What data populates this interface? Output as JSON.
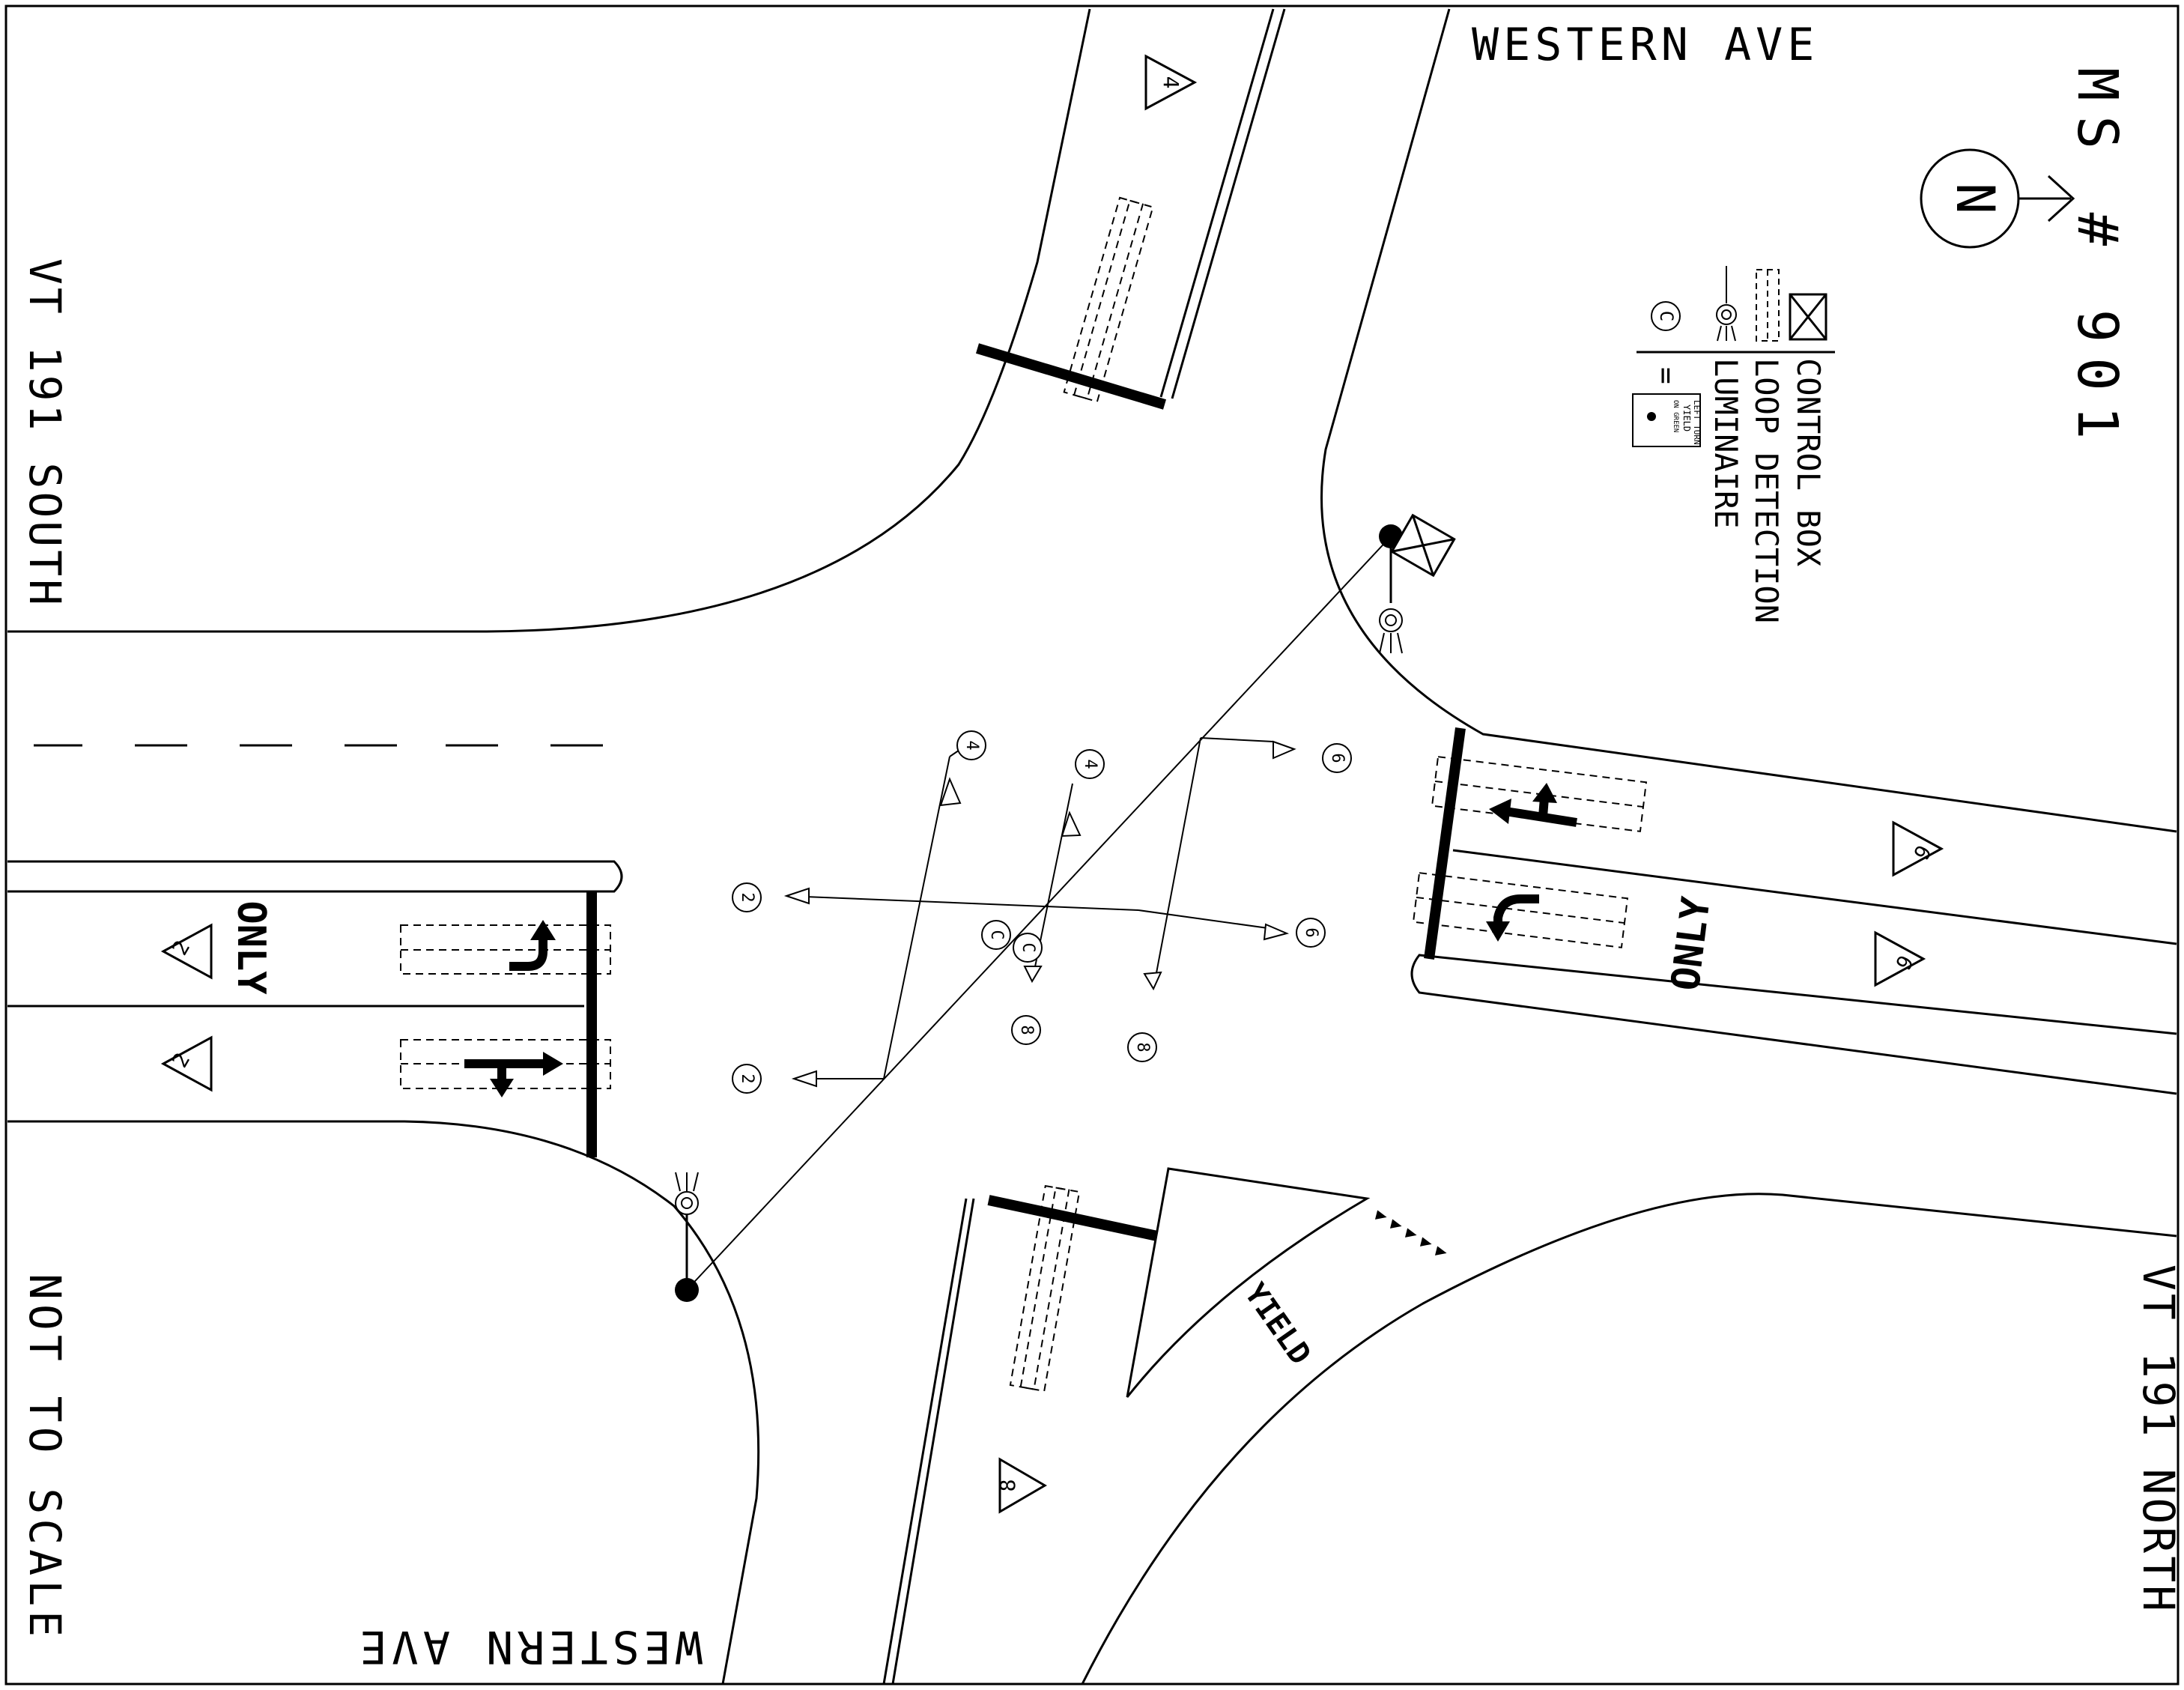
{
  "labels": {
    "western_ave_top": "WESTERN AVE",
    "western_ave_bottom": "WESTERN AVE",
    "vt191_south": "VT 191 SOUTH",
    "vt191_north": "VT 191 NORTH",
    "ms_number": "MS # 901",
    "not_to_scale": "NOT TO SCALE",
    "north_letter": "N"
  },
  "legend": {
    "control_box": "CONTROL BOX",
    "loop_detection": "LOOP DETECTION",
    "luminaire": "LUMINAIRE",
    "c_symbol": "C",
    "equals": "=",
    "sign_line1": "LEFT TURN",
    "sign_line2": "YIELD",
    "sign_line3": "ON GREEN"
  },
  "pavement": {
    "only_west": "ONLY",
    "only_east": "ONLY",
    "yield": "YIELD"
  },
  "phases": {
    "north_lane": "4",
    "west_lane_top": "2",
    "west_lane_bottom": "2",
    "east_lane_top": "6",
    "east_lane_bottom": "6",
    "south_lane": "8"
  },
  "signal_heads": {
    "h4_left": "4",
    "h4_right": "4",
    "h6_top": "6",
    "h6_mid": "6",
    "h2_top": "2",
    "h2_bottom": "2",
    "h8_left": "8",
    "h8_right": "8",
    "c1": "C",
    "c2": "C"
  }
}
